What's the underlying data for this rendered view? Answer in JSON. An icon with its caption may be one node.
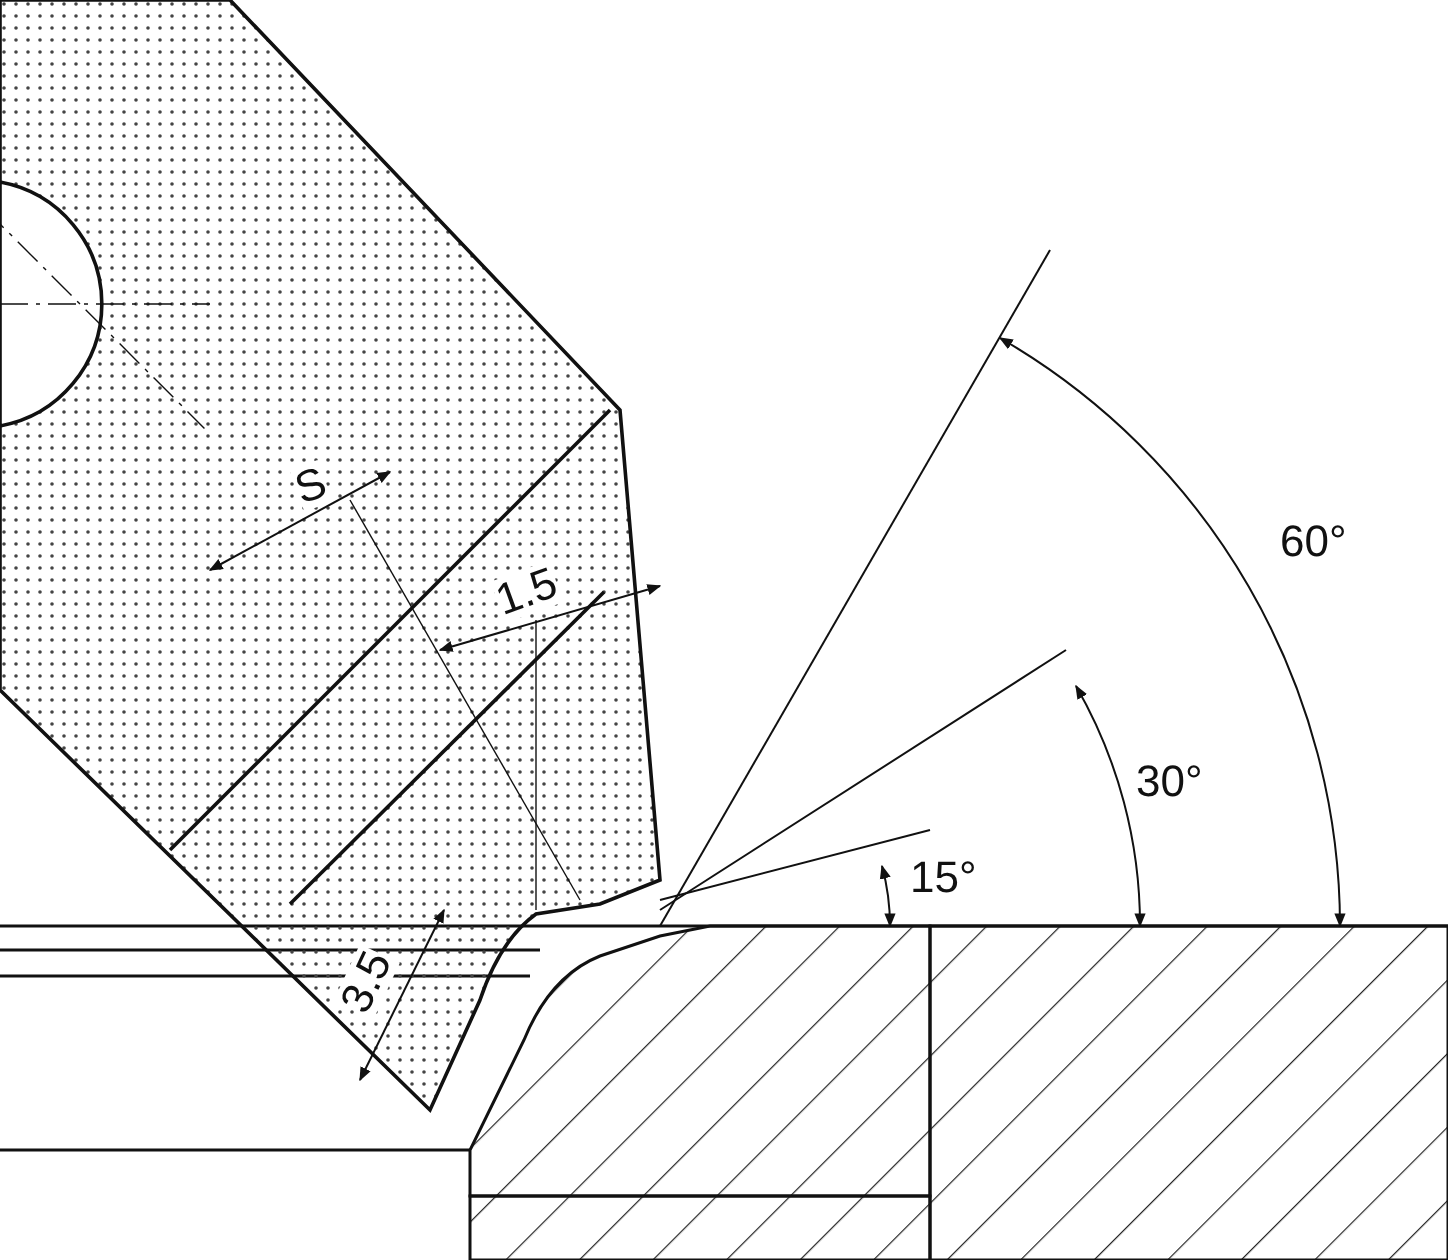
{
  "diagram": {
    "labels": [
      "S",
      "1.5",
      "60°",
      "30°",
      "15°",
      "3.5"
    ]
  }
}
